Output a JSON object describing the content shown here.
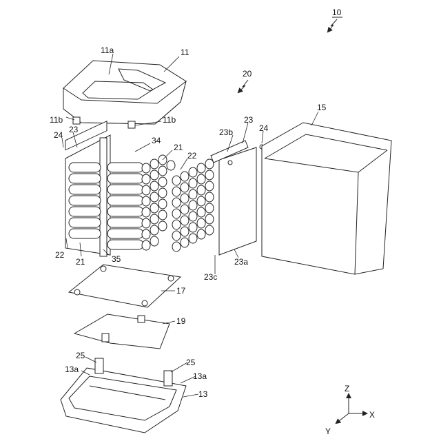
{
  "figure": {
    "ref_main": "10",
    "ref_case": "20",
    "labels": {
      "l11a": "11a",
      "l11": "11",
      "l11b_left": "11b",
      "l11b_right": "11b",
      "l23_left": "23",
      "l24_left": "24",
      "l34": "34",
      "l21_top": "21",
      "l22_mid": "22",
      "l22_left": "22",
      "l21_bottom": "21",
      "l35": "35",
      "l23_right": "23",
      "l23b": "23b",
      "l24_right": "24",
      "l15": "15",
      "l23a": "23a",
      "l23c": "23c",
      "l17": "17",
      "l19": "19",
      "l25_left": "25",
      "l25_right": "25",
      "l13a_left": "13a",
      "l13a_right": "13a",
      "l13": "13"
    },
    "axes": {
      "z": "Z",
      "x": "X",
      "y": "Y"
    }
  }
}
